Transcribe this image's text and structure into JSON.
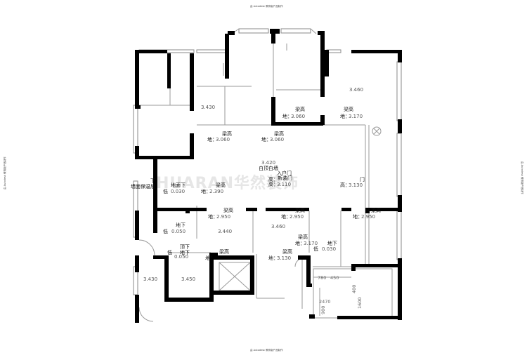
{
  "header": {
    "caption": "由 Autodesk 教育版产品制作"
  },
  "footer": {
    "caption": "由 Autodesk 教育版产品制作"
  },
  "side": {
    "left_caption": "由 Autodesk 教育版产品制作",
    "right_caption": "由 Autodesk 教育版产品制作"
  },
  "watermark": {
    "text": "HUARAN华然装饰"
  },
  "labels": {
    "beam": "梁高",
    "floor_prefix": "地：",
    "height_prefix": "高：",
    "ceiling_white": "白顶白墙",
    "entry_door": "入户门",
    "new_door": "新装门",
    "down": "下",
    "floor_down": "地面下",
    "wall_insulation": "墙面保温层",
    "underfloor": "地下",
    "top_down": "顶下",
    "door": "门",
    "low": "低"
  },
  "values": {
    "h_3460_a": "3.460",
    "h_3430_a": "3.430",
    "h_3420": "3.420",
    "h_3440": "3.440",
    "h_3460_b": "3.460",
    "h_3430_b": "3.430",
    "h_3450": "3.450",
    "f_3060_a": "3.060",
    "f_3060_b": "3.060",
    "f_3060_c": "3.060",
    "f_3170_a": "3.170",
    "f_2390": "2.390",
    "f_0030_a": "0.030",
    "h_3110": "3.110",
    "h_3130": "3.130",
    "f_2950_a": "2.950",
    "f_2950_b": "2.950",
    "f_2950_c": "2.950",
    "f_0050": "0.050",
    "f_0050_b": "0.050",
    "f_3170_b": "3.170",
    "f_0030_b": "0.030",
    "f_3130": "3.130",
    "d_780": "780",
    "d_450": "450",
    "d_400": "400",
    "d_1600": "1600",
    "d_2470": "2470",
    "d_900": "900"
  }
}
